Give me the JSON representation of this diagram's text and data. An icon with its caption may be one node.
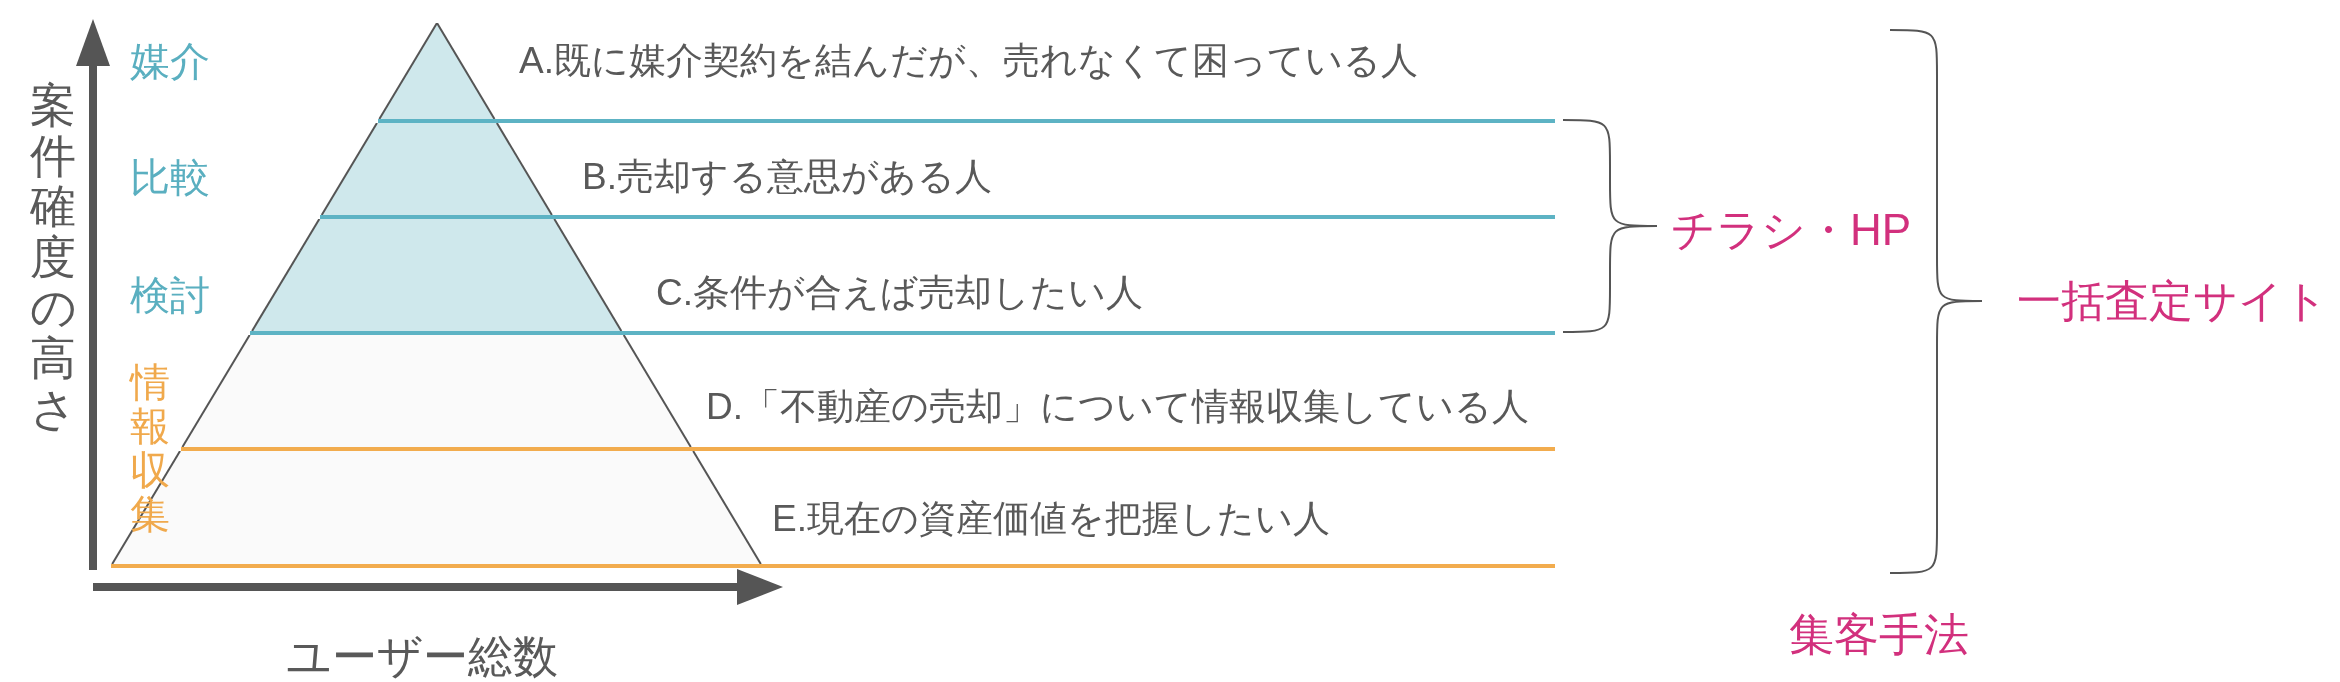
{
  "diagram": {
    "nodes": [
      {
        "text": [
          "A.既に媒介契約を結んだが、売れなくて困っている人"
        ]
      },
      {
        "text": [
          "B.売却する意思がある人"
        ]
      },
      {
        "text": [
          "C.条件が合えば売却したい人"
        ]
      },
      {
        "text": [
          "D.「不動産の売却」について情報収集している人"
        ]
      },
      {
        "text": [
          "E.現在の資産価値を把握したい人"
        ]
      }
    ],
    "labels": [
      "案件確度の高さ",
      "媒介",
      "比較",
      "検討",
      "情報収集",
      "ユーザー総数",
      "チラシ・HP",
      "一括査定サイト",
      "集客手法"
    ]
  }
}
